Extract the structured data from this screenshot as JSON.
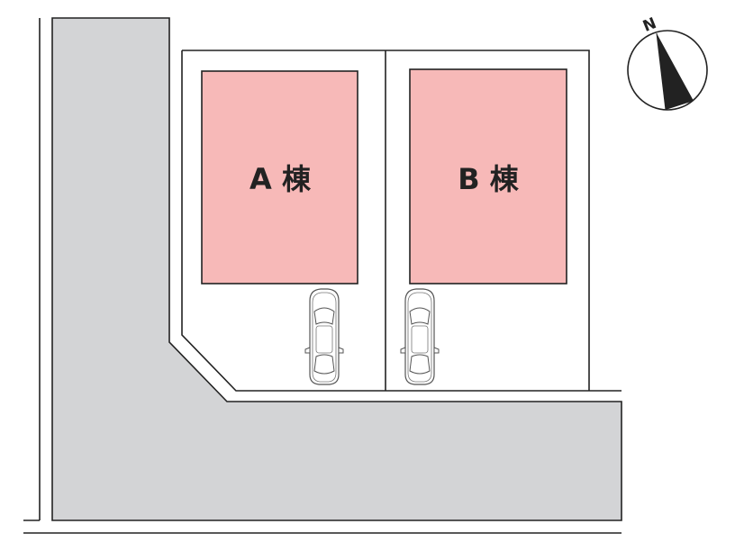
{
  "colors": {
    "road": "#d3d4d6",
    "building": "#f7b9b8",
    "line": "#222222",
    "compass_needle": "#222222"
  },
  "buildings": [
    {
      "label": "A 棟"
    },
    {
      "label": "B 棟"
    }
  ],
  "parking": [
    {
      "icon": "car-icon"
    },
    {
      "icon": "car-icon"
    }
  ],
  "compass": {
    "letter": "N",
    "icon": "north-arrow-icon"
  }
}
